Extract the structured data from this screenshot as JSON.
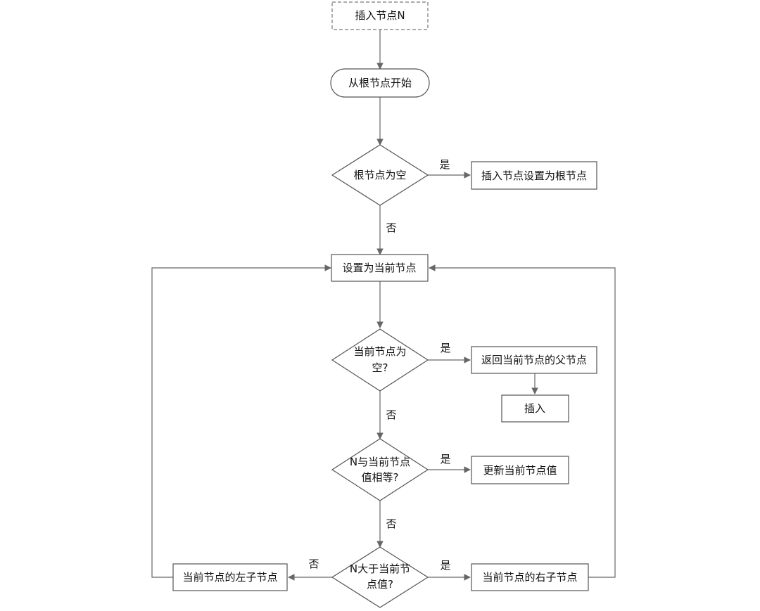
{
  "nodes": {
    "start": "插入节点N",
    "from_root": "从根节点开始",
    "root_empty": "根节点为空",
    "set_root": "插入节点设置为根节点",
    "set_current": "设置为当前节点",
    "current_empty": [
      "当前节点为",
      "空?"
    ],
    "return_parent": "返回当前节点的父节点",
    "insert": "插入",
    "equal": [
      "N与当前节点",
      "值相等?"
    ],
    "update_value": "更新当前节点值",
    "greater": [
      "N大于当前节",
      "点值?"
    ],
    "left_child": "当前节点的左子节点",
    "right_child": "当前节点的右子节点"
  },
  "edges": {
    "root_empty_yes": "是",
    "root_empty_no": "否",
    "current_empty_yes": "是",
    "current_empty_no": "否",
    "equal_yes": "是",
    "equal_no": "否",
    "greater_yes": "是",
    "greater_no": "否"
  }
}
